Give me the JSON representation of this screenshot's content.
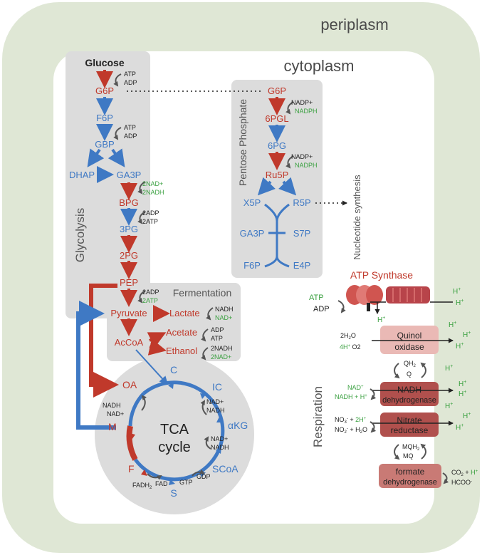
{
  "compartments": {
    "periplasm": "periplasm",
    "cytoplasm": "cytoplasm"
  },
  "pathways": {
    "glycolysis": "Glycolysis",
    "pentose_phosphate": "Pentose Phosphate",
    "fermentation": "Fermentation",
    "respiration": "Respiration",
    "nucleotide_synthesis": "Nucleotide synthesis",
    "tca_line1": "TCA",
    "tca_line2": "cycle"
  },
  "glycolysis": {
    "glucose": "Glucose",
    "g6p": "G6P",
    "f6p": "F6P",
    "gbp": "GBP",
    "dhap": "DHAP",
    "ga3p": "GA3P",
    "bpg": "BPG",
    "pg3": "3PG",
    "pg2": "2PG",
    "pep": "PEP",
    "pyruvate": "Pyruvate",
    "accoa": "AcCoA",
    "atp1": "ATP",
    "adp1": "ADP",
    "atp2": "ATP",
    "adp2": "ADP",
    "nad_ox": "2NAD+",
    "nad_red": "2NADH",
    "adp3": "2ADP",
    "atp3": "2ATP",
    "adp4": "2ADP",
    "atp4": "2ATP"
  },
  "pentose": {
    "g6p": "G6P",
    "pgl": "6PGL",
    "pg6": "6PG",
    "ru5p": "Ru5P",
    "x5p": "X5P",
    "r5p": "R5P",
    "ga3p": "GA3P",
    "s7p": "S7P",
    "f6p": "F6P",
    "e4p": "E4P",
    "nadp1": "NADP+",
    "nadph1": "NADPH",
    "nadp2": "NADP+",
    "nadph2": "NADPH"
  },
  "fermentation": {
    "lactate": "Lactate",
    "acetate": "Acetate",
    "ethanol": "Ethanol",
    "nadh1": "NADH",
    "nad1": "NAD+",
    "adp": "ADP",
    "atp": "ATP",
    "nadh2": "2NADH",
    "nad2": "2NAD+"
  },
  "tca": {
    "oa": "OA",
    "c": "C",
    "ic": "IC",
    "akg": "αKG",
    "scoa": "SCoA",
    "s": "S",
    "f": "F",
    "m": "M",
    "nadh_l": "NADH",
    "nad_l": "NAD+",
    "nad_ic": "NAD+",
    "nadh_ic": "NADH",
    "nad_akg": "NAD+",
    "nadh_akg": "NADH",
    "gtp": "GTP",
    "gdp": "GDP",
    "fadh2": "FADH",
    "fadh2_sub": "2",
    "fad": "FAD"
  },
  "respiration": {
    "atp_synthase": "ATP Synthase",
    "atp": "ATP",
    "adp": "ADP",
    "quinol_oxidase": [
      "Quinol",
      "oxidase"
    ],
    "nadh_dehydrogenase": [
      "NADH",
      "dehydrogenase"
    ],
    "nitrate_reductase": [
      "Nitrate",
      "reductase"
    ],
    "formate_dehydrogenase": [
      "formate",
      "dehydrogenase"
    ],
    "qh2": "QH",
    "qh2_sub": "2",
    "q": "Q",
    "mqh2": "MQH",
    "mqh2_sub": "2",
    "mq": "MQ",
    "water": "2H",
    "water_sub": "2",
    "water_o": "O",
    "h4": "4H",
    "o2": " O2",
    "nad": "NAD",
    "nadh_h": "NADH + H",
    "no3": "NO",
    "no3_sub": "3",
    "no3_charge": "-",
    "no3_h": "2H",
    "no2": "NO",
    "no2_sub": "2",
    "no2_charge": "-",
    "no2_h": "H",
    "no2_h_sub": "2",
    "no2_o": "O",
    "co2": "CO",
    "co2_sub": "2",
    "hcoo": "HCOO",
    "h": "H",
    "plus": "+",
    "minus": "-"
  },
  "colors": {
    "periplasm": "#dfe7d5",
    "panel": "#dcdcdc",
    "red": "#c0392b",
    "blue": "#3f79c4",
    "green": "#3aa040",
    "black": "#222222",
    "enzyme": "#c97a75",
    "enzyme_light": "#eab9b5"
  }
}
